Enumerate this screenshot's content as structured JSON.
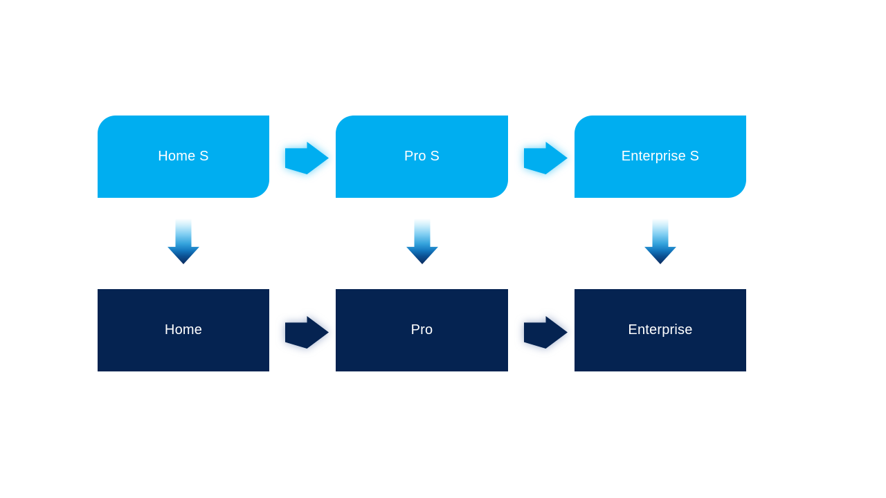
{
  "colors": {
    "light_blue": "#00aef0",
    "dark_navy": "#052351",
    "label_text": "#ffffff",
    "canvas_bg": "#ffffff"
  },
  "flow": {
    "columns": [
      {
        "top": "Home S",
        "bottom": "Home"
      },
      {
        "top": "Pro S",
        "bottom": "Pro"
      },
      {
        "top": "Enterprise S",
        "bottom": "Enterprise"
      }
    ]
  }
}
